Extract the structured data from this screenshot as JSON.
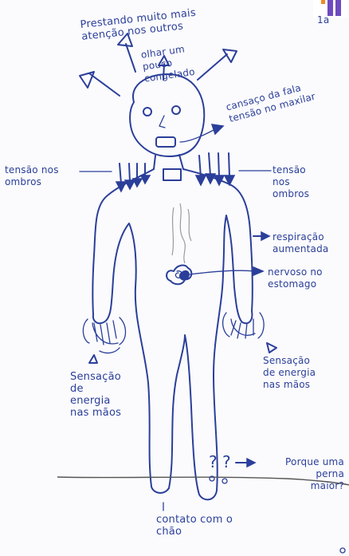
{
  "page_number": "1a",
  "labels": {
    "attention": "Prestando muito mais\natenção nos outros",
    "look": "olhar um\npouco\ncongelado",
    "face": "cansaço da fala\ntensão no maxilar",
    "shoulders_left": "tensão nos\nombros",
    "shoulders_right": "tensão\nnos\nombros",
    "breathing": "respiração\naumentada",
    "stomach": "nervoso no\nestomago",
    "hands_left": "Sensação\nde\nenergia\nnas mãos",
    "hands_right": "Sensação\nde energia\nnas mãos",
    "legs": "Porque uma\nperna\nmaior?",
    "ground": "contato com o\nchão"
  },
  "colors": {
    "ink": "#2b3f9a",
    "paper": "#fbfbfd",
    "logo_purple": "#6d4bbf",
    "logo_orange": "#f08a24"
  }
}
